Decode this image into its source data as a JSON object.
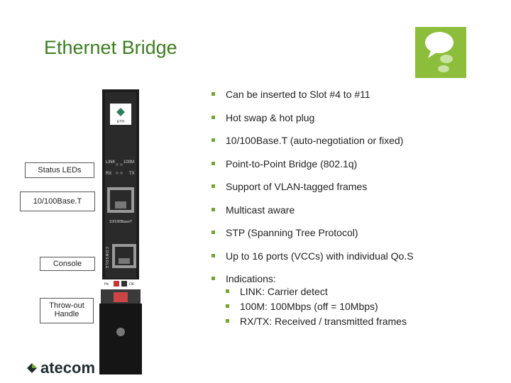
{
  "slide": {
    "title": "Ethernet Bridge",
    "brand": "atecom",
    "accent_color": "#3c7d1f",
    "bullet_color": "#6fa830"
  },
  "bullets": [
    "Can be inserted to Slot #4 to #11",
    "Hot swap & hot plug",
    "10/100Base.T (auto-negotiation or fixed)",
    "Point-to-Point Bridge (802.1q)",
    "Support of VLAN-tagged frames",
    "Multicast aware",
    "STP (Spanning Tree Protocol)",
    "Up to 16 ports (VCCs) with individual Qo.S",
    "Indications:"
  ],
  "sub_bullets": [
    "LINK: Carrier detect",
    "100M: 100Mbps (off = 10Mbps)",
    "RX/TX: Received / transmitted frames"
  ],
  "callouts": {
    "status_leds": "Status LEDs",
    "port": "10/100Base.T",
    "console": "Console",
    "throw_out_line1": "Throw-out",
    "throw_out_line2": "Handle"
  },
  "device": {
    "logo_text": "ETH",
    "led_link": "LINK",
    "led_100m": "100M",
    "led_rx": "RX",
    "led_tx": "TX",
    "port_label": "10/100BaseT",
    "console_vertical": "CONSOLE",
    "hs_label": "Hs",
    "ok_label": "OK"
  }
}
